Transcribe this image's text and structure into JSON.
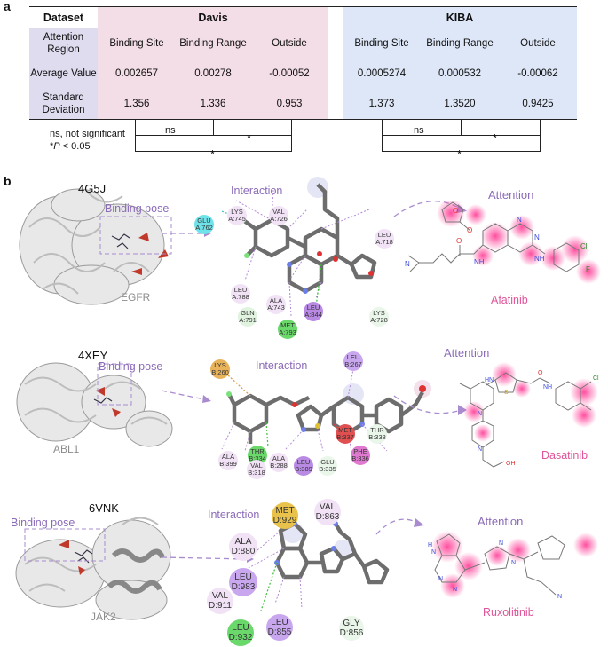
{
  "panel_a": {
    "letter": "a",
    "headers": {
      "dataset": "Dataset",
      "davis": "Davis",
      "kiba": "KIBA"
    },
    "row_labels": {
      "region": "Attention Region",
      "avg": "Average Value",
      "std": "Standard Deviation"
    },
    "columns": [
      "Binding Site",
      "Binding Range",
      "Outside"
    ],
    "davis": {
      "avg": [
        "0.002657",
        "0.00278",
        "-0.00052"
      ],
      "std": [
        "1.356",
        "1.336",
        "0.953"
      ]
    },
    "kiba": {
      "avg": [
        "0.0005274",
        "0.000532",
        "-0.00062"
      ],
      "std": [
        "1.373",
        "1.3520",
        "0.9425"
      ]
    },
    "sig": {
      "ns": "ns",
      "star": "*"
    },
    "footnote1": "ns, not significant",
    "footnote2_prefix": "*",
    "footnote2_p": "P",
    "footnote2_suffix": " < 0.05"
  },
  "panel_b": {
    "letter": "b",
    "rows": [
      {
        "pdb": "4G5J",
        "binding_pose": "Binding pose",
        "protein": "EGFR",
        "interaction": "Interaction",
        "attention": "Attention",
        "drug": "Afatinib",
        "residues": [
          {
            "label": "GLU A:762",
            "color": "#6fe3ea"
          },
          {
            "label": "LYS A:745",
            "color": "#f1e2f6"
          },
          {
            "label": "VAL A:726",
            "color": "#f1e2f6"
          },
          {
            "label": "LEU A:718",
            "color": "#f1e2f6"
          },
          {
            "label": "LEU A:788",
            "color": "#f1e2f6"
          },
          {
            "label": "ALA A:743",
            "color": "#f1e2f6"
          },
          {
            "label": "GLN A:791",
            "color": "#dff3df"
          },
          {
            "label": "MET A:793",
            "color": "#6ad86a"
          },
          {
            "label": "LEU A:844",
            "color": "#b88ae3"
          },
          {
            "label": "LYS A:728",
            "color": "#e9f6e9"
          }
        ]
      },
      {
        "pdb": "4XEY",
        "binding_pose": "Binding pose",
        "protein": "ABL1",
        "interaction": "Interaction",
        "attention": "Attention",
        "drug": "Dasatinib",
        "residues": [
          {
            "label": "LYS B:260",
            "color": "#e8b35a"
          },
          {
            "label": "LEU B:267",
            "color": "#c9a7ef"
          },
          {
            "label": "THR B:334",
            "color": "#6ad86a"
          },
          {
            "label": "ALA B:288",
            "color": "#f1e2f6"
          },
          {
            "label": "LEU B:389",
            "color": "#b88ae3"
          },
          {
            "label": "GLU B:335",
            "color": "#e9f6e9"
          },
          {
            "label": "MET B:337",
            "color": "#e05050"
          },
          {
            "label": "THR B:338",
            "color": "#e9f6e9"
          },
          {
            "label": "PHE B:336",
            "color": "#e07ad0"
          },
          {
            "label": "ALA B:399",
            "color": "#f1e2f6"
          },
          {
            "label": "VAL B:318",
            "color": "#f1e2f6"
          }
        ]
      },
      {
        "pdb": "6VNK",
        "binding_pose": "Binding pose",
        "protein": "JAK2",
        "interaction": "Interaction",
        "attention": "Attention",
        "drug": "Ruxolitinib",
        "residues": [
          {
            "label": "MET D:929",
            "color": "#e8c24a"
          },
          {
            "label": "VAL D:863",
            "color": "#f1e2f6"
          },
          {
            "label": "ALA D:880",
            "color": "#f1e2f6"
          },
          {
            "label": "LEU D:983",
            "color": "#c9a7ef"
          },
          {
            "label": "VAL D:911",
            "color": "#f1e2f6"
          },
          {
            "label": "LEU D:932",
            "color": "#6ad86a"
          },
          {
            "label": "LEU D:855",
            "color": "#c9a7ef"
          },
          {
            "label": "GLY D:856",
            "color": "#e9f6e9"
          }
        ]
      }
    ],
    "atoms": {
      "O": "O",
      "N": "N",
      "H": "H",
      "NH": "NH",
      "HN": "HN",
      "OH": "OH",
      "Cl": "Cl",
      "F": "F",
      "S": "S"
    }
  }
}
